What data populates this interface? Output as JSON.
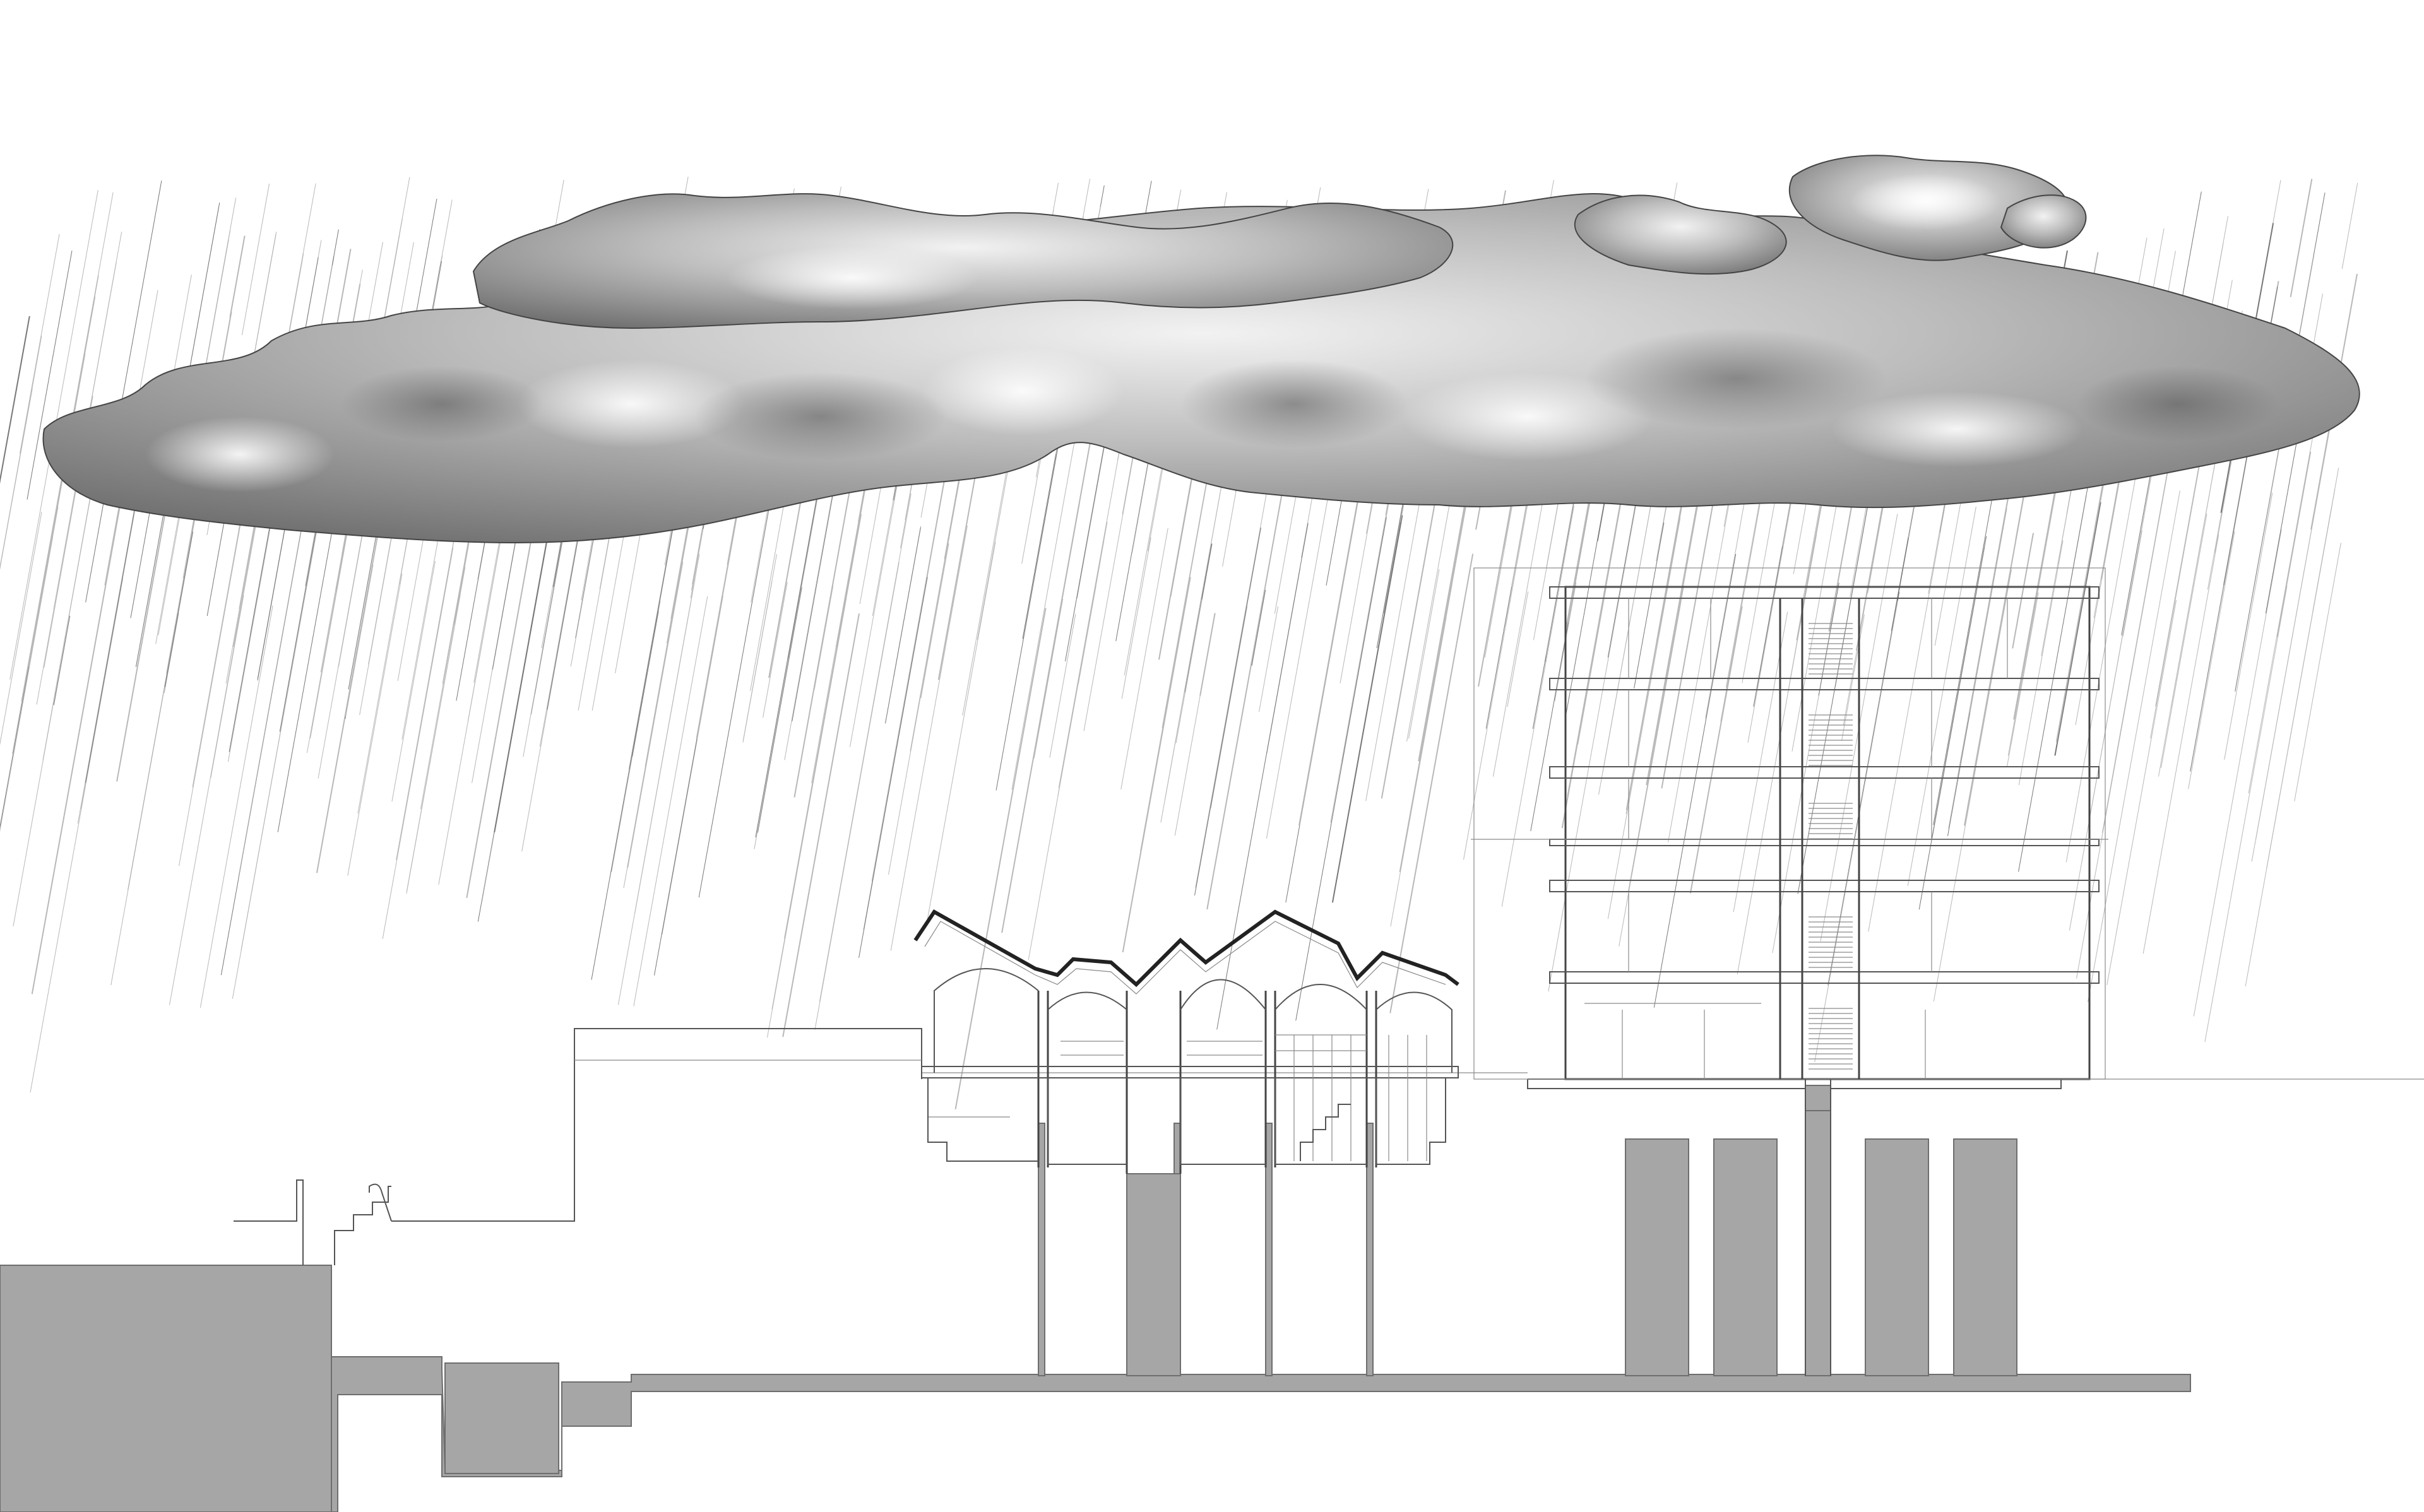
{
  "drawing": {
    "type": "architectural-section",
    "labels": []
  },
  "colors": {
    "background": "#ffffff",
    "soil": "#a6a6a6",
    "line": "#555555",
    "cloud_dark": "#6f6f6f",
    "cloud_light": "#f2f2f2"
  },
  "elements": {
    "cloud": "storm-cloud",
    "rain": "rain-streaks",
    "pavilion": "pitched-roof-pavilion",
    "tower": "multi-storey-building",
    "ground": "ground-section"
  }
}
